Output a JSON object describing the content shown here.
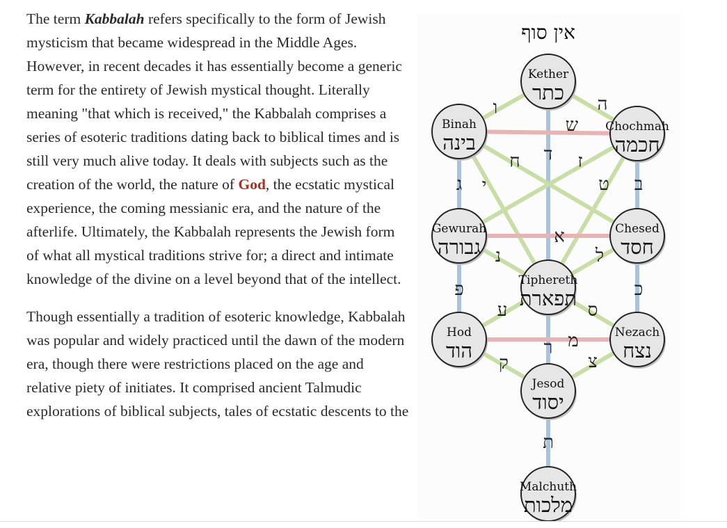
{
  "article": {
    "p1_a": "The term ",
    "p1_term": "Kabbalah",
    "p1_b": " refers specifically to the form of Jewish mysticism that became widespread in the Middle Ages. However, in recent decades it has essentially become a generic term for the entirety of Jewish mystical thought. Literally meaning \"that which is received,\" the Kabbalah comprises a series of esoteric traditions dating back to biblical times and is still very much alive today. It deals with subjects such as the creation of the world, the nature of ",
    "p1_link": "God",
    "p1_c": ", the ecstatic mystical experience, the coming messianic era, and the nature of the afterlife. Ultimately, the Kabbalah represents the Jewish form of what all mystical traditions strive for; a direct and intimate knowledge of the divine on a level beyond that of the intellect.",
    "p2": "Though essentially a tradition of esoteric knowledge, Kabbalah was popular and widely practiced until the dawn of the modern era, though there were restrictions placed on the age and relative piety of initiates. It comprised ancient Talmudic explorations of biblical subjects, tales of ecstatic descents to the"
  },
  "diagram": {
    "top_label": "אין סוף",
    "colors": {
      "green": "#c9dea6",
      "red": "#e8b3b3",
      "blue": "#a9c2df",
      "node_fill": "#e6e6e6",
      "node_stroke": "#222222"
    },
    "nodes": [
      {
        "id": "kether",
        "latin": "Kether",
        "hebrew": "כתר"
      },
      {
        "id": "binah",
        "latin": "Binah",
        "hebrew": "בינה"
      },
      {
        "id": "chochmah",
        "latin": "Chochmah",
        "hebrew": "חכמה"
      },
      {
        "id": "gewurah",
        "latin": "Gewurah",
        "hebrew": "גבורה"
      },
      {
        "id": "chesed",
        "latin": "Chesed",
        "hebrew": "חסד"
      },
      {
        "id": "tiphereth",
        "latin": "Tiphereth",
        "hebrew": "תפארת"
      },
      {
        "id": "hod",
        "latin": "Hod",
        "hebrew": "הוד"
      },
      {
        "id": "nezach",
        "latin": "Nezach",
        "hebrew": "נצח"
      },
      {
        "id": "jesod",
        "latin": "Jesod",
        "hebrew": "יסוד"
      },
      {
        "id": "malchuth",
        "latin": "Malchuth",
        "hebrew": "מלכות"
      }
    ],
    "path_letters": [
      "א",
      "ב",
      "ג",
      "ד",
      "ה",
      "ו",
      "ז",
      "ח",
      "ט",
      "י",
      "כ",
      "ל",
      "מ",
      "נ",
      "ס",
      "ע",
      "פ",
      "צ",
      "ק",
      "ר",
      "ש",
      "ת"
    ]
  }
}
